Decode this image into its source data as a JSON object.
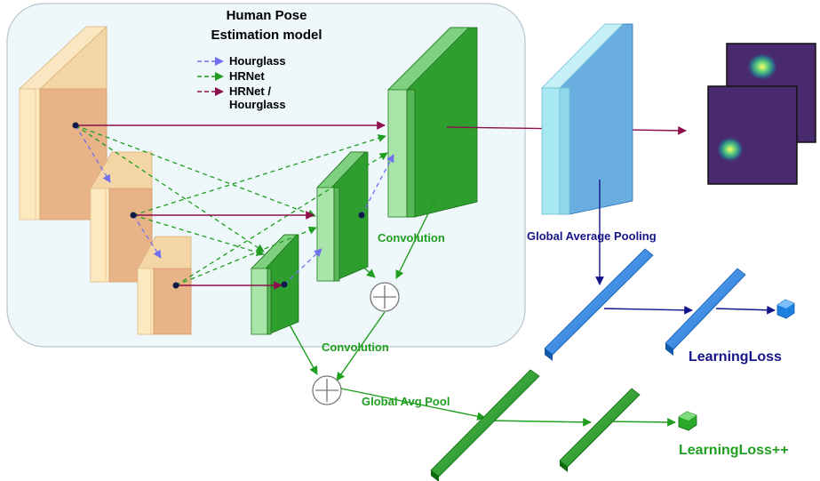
{
  "title": {
    "line1": "Human Pose",
    "line2": "Estimation model"
  },
  "legend": [
    {
      "label": "Hourglass",
      "color": "#6f6ff0"
    },
    {
      "label": "HRNet",
      "color": "#1f9e1f"
    },
    {
      "label": "HRNet / Hourglass",
      "color": "#8e0f4e"
    }
  ],
  "labels": {
    "convolution_top": "Convolution",
    "convolution_bottom": "Convolution",
    "global_average_pooling": "Global Average Pooling",
    "global_avg_pool": "Global Avg Pool",
    "learning_loss": "LearningLoss",
    "learning_loss_pp": "LearningLoss++"
  },
  "colors": {
    "panel_bg": "#eef7f9",
    "encoder_face": "#e8b487",
    "encoder_front": "#fde9c0",
    "hrnet_green": "#2e9e2e",
    "hrnet_light": "#a9e4a9",
    "pool_blue": "#6aaee0",
    "pool_light": "#a8e8f2",
    "bar_blue": "#1e7fe0",
    "bar_green": "#1e9e1e",
    "text_blue": "#15158a",
    "text_green": "#1f9e1f",
    "heatmap_bg": "#4a2a6e"
  }
}
